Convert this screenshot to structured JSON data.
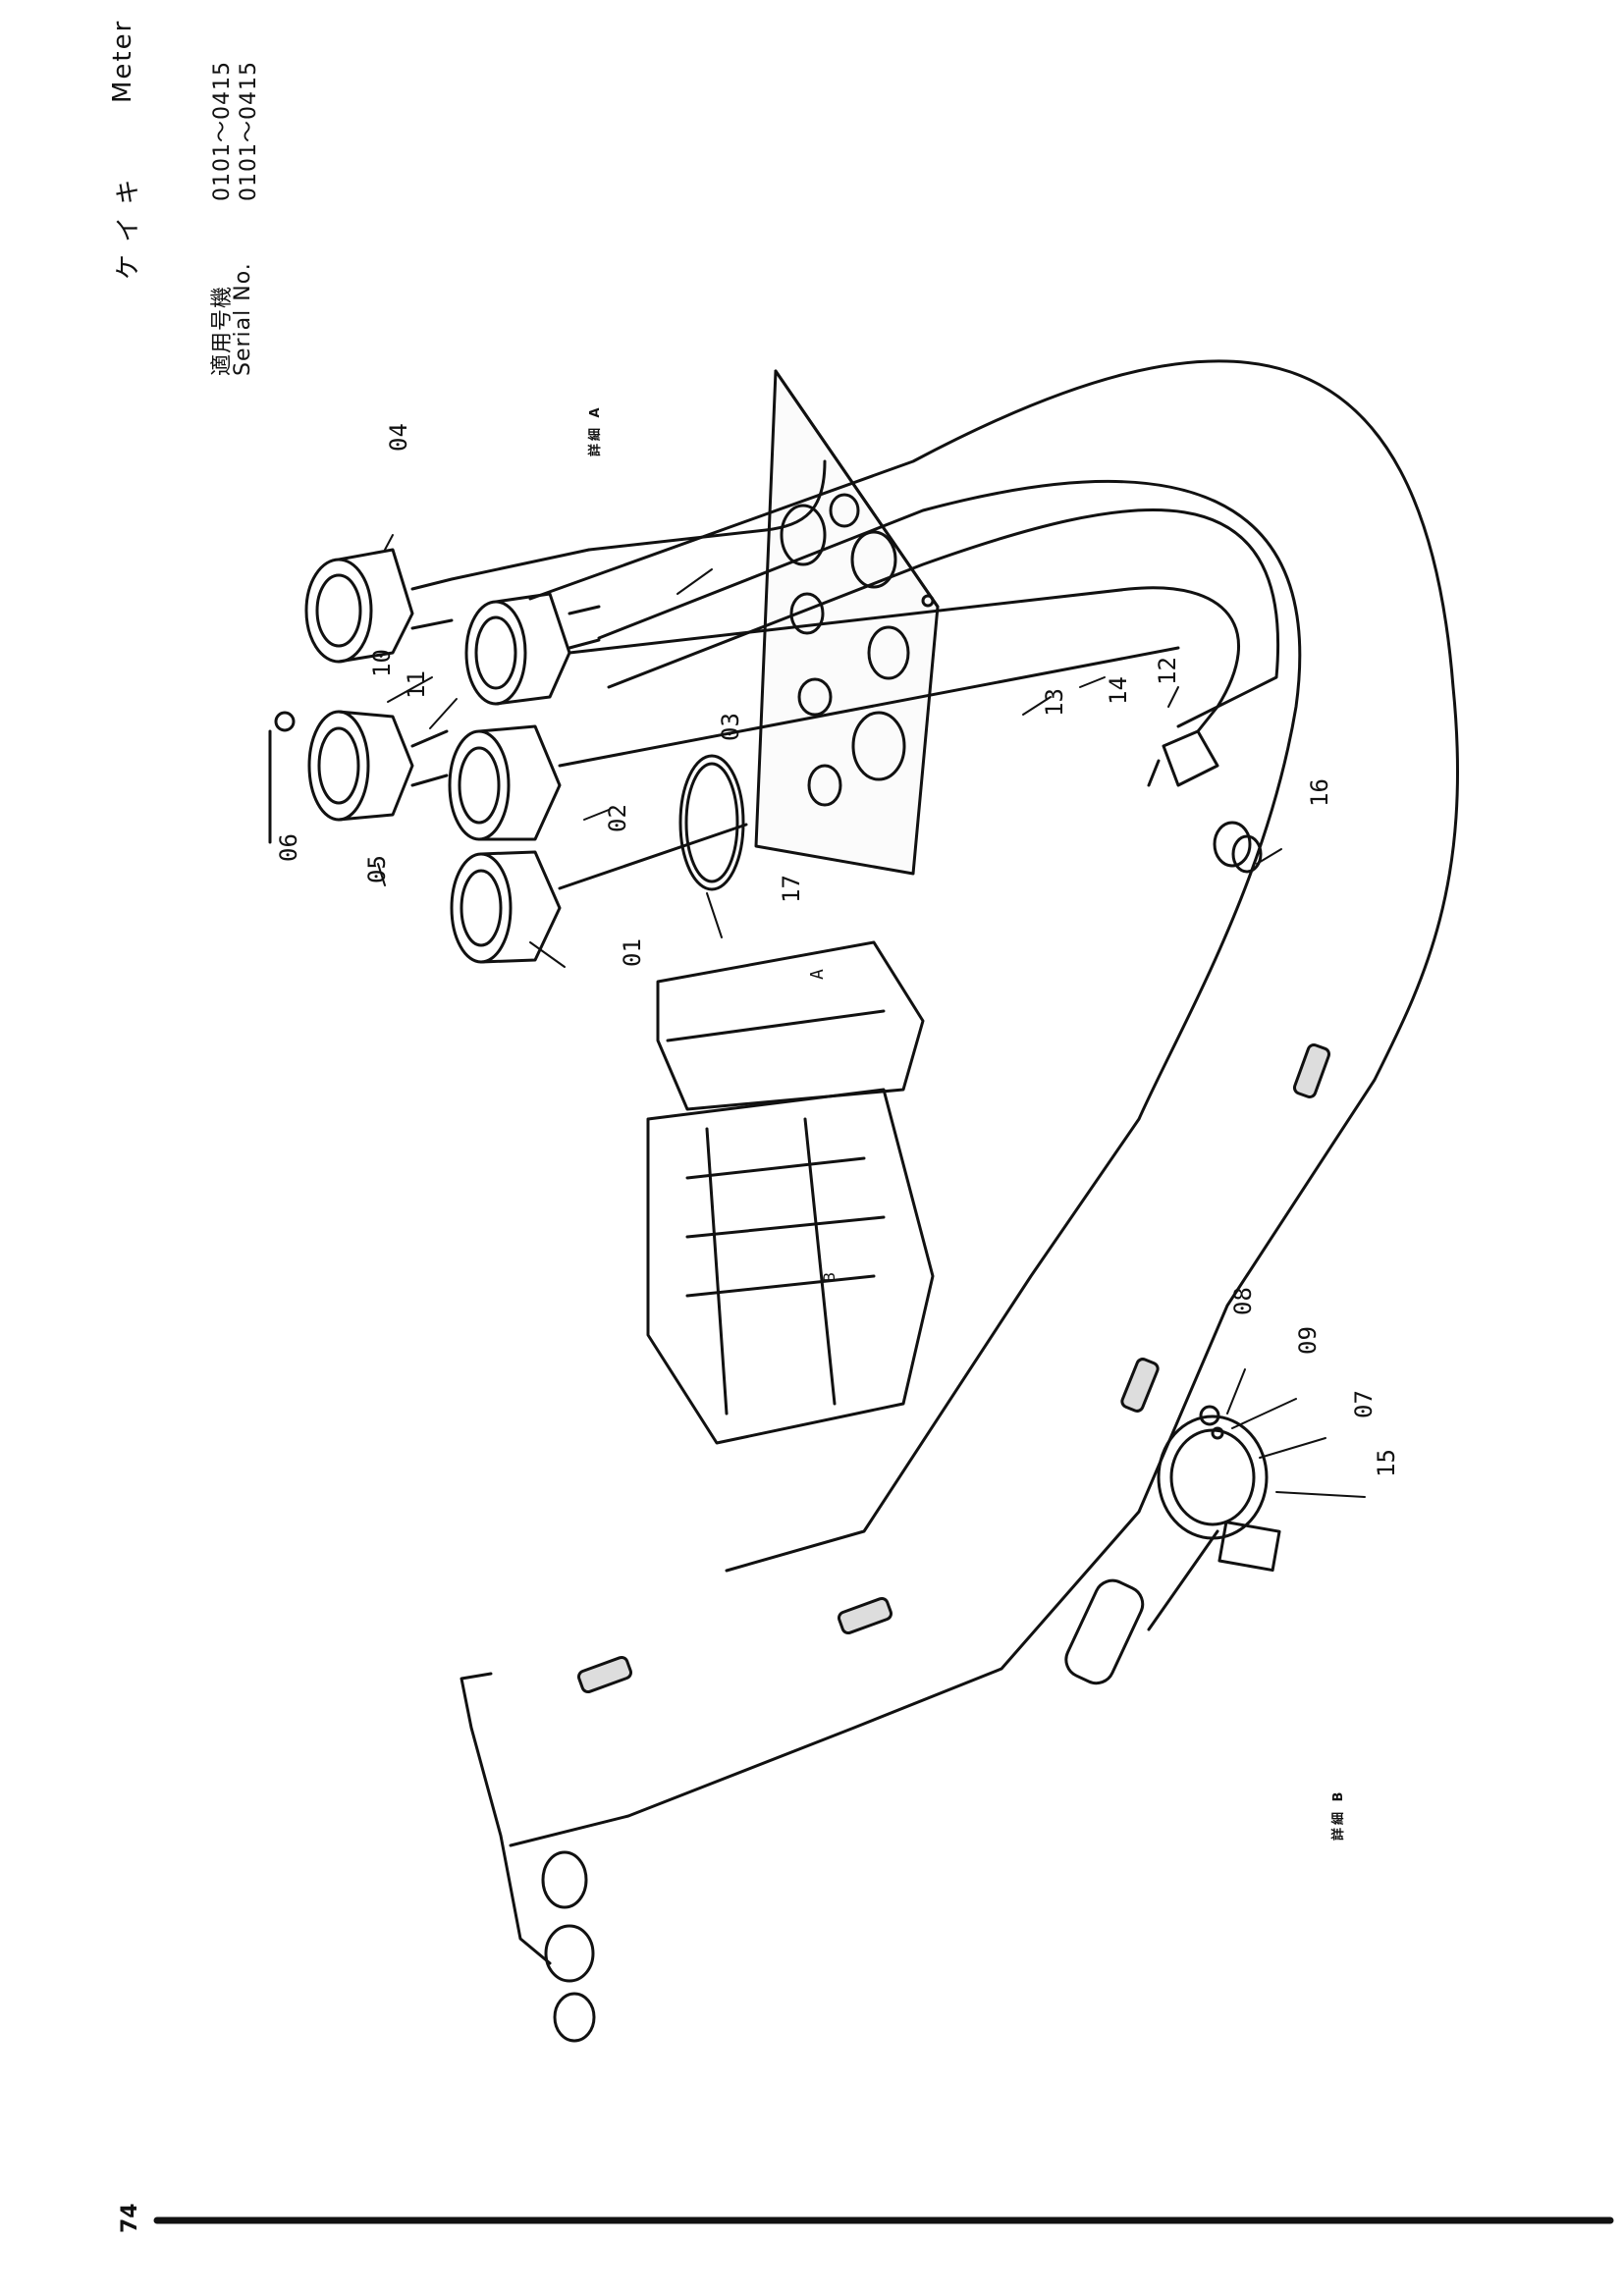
{
  "header": {
    "title_jp": "ケ イ キ",
    "title_en": "Meter",
    "serial_label_jp": "適用号機",
    "serial_label_en": "Serial No.",
    "serial_range_1": "0101～0415",
    "serial_range_2": "0101～0415"
  },
  "details": {
    "detail_a": "詳細 A",
    "detail_b": "詳細 B",
    "inset_a_marker": "A",
    "inset_b_marker": "B"
  },
  "callouts": {
    "p01": "01",
    "p02": "02",
    "p03": "03",
    "p04": "04",
    "p05": "05",
    "p06": "06",
    "p07": "07",
    "p08": "08",
    "p09": "09",
    "p10": "10",
    "p11": "11",
    "p12": "12",
    "p13": "13",
    "p14": "14",
    "p15": "15",
    "p16": "16",
    "p17": "17"
  },
  "footer": {
    "page_number": "74"
  }
}
